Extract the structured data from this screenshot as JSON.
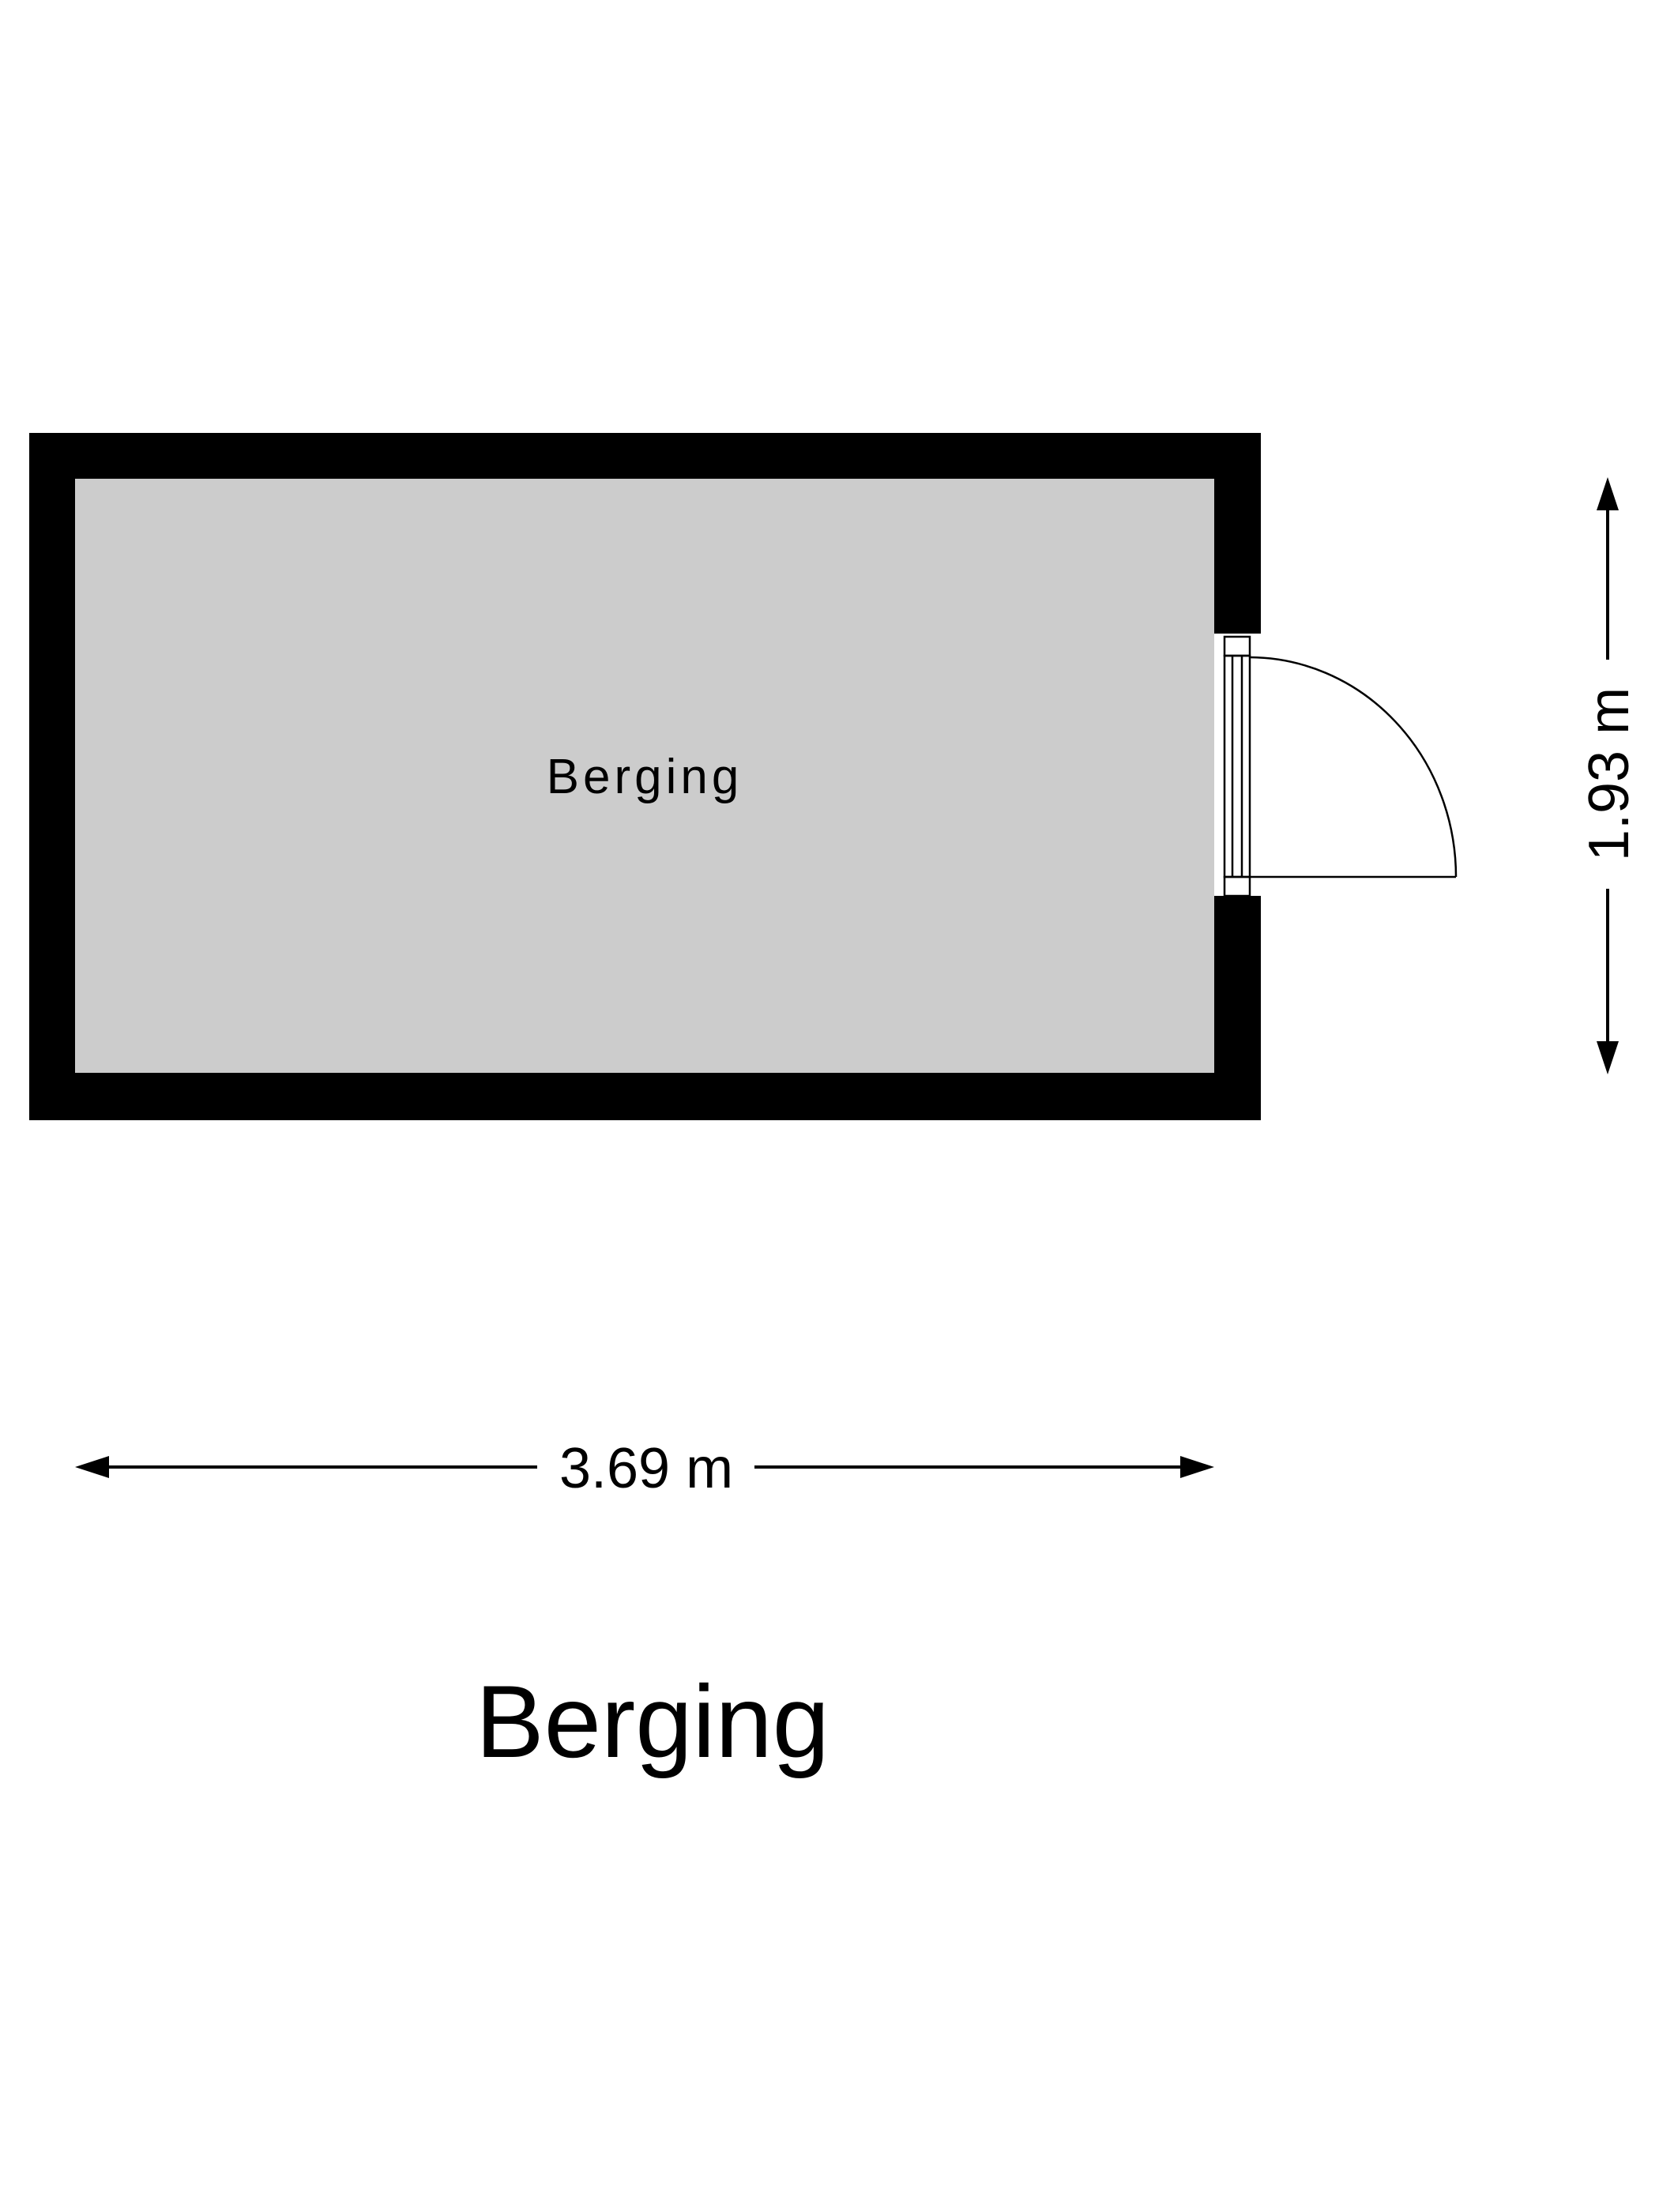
{
  "colors": {
    "wall": "#000000",
    "floor": "#cccccc",
    "background": "#ffffff",
    "line": "#000000"
  },
  "room": {
    "label": "Berging"
  },
  "dimensions": {
    "width_label": "3.69 m",
    "height_label": "1.93 m"
  },
  "plan": {
    "title": "Berging"
  }
}
